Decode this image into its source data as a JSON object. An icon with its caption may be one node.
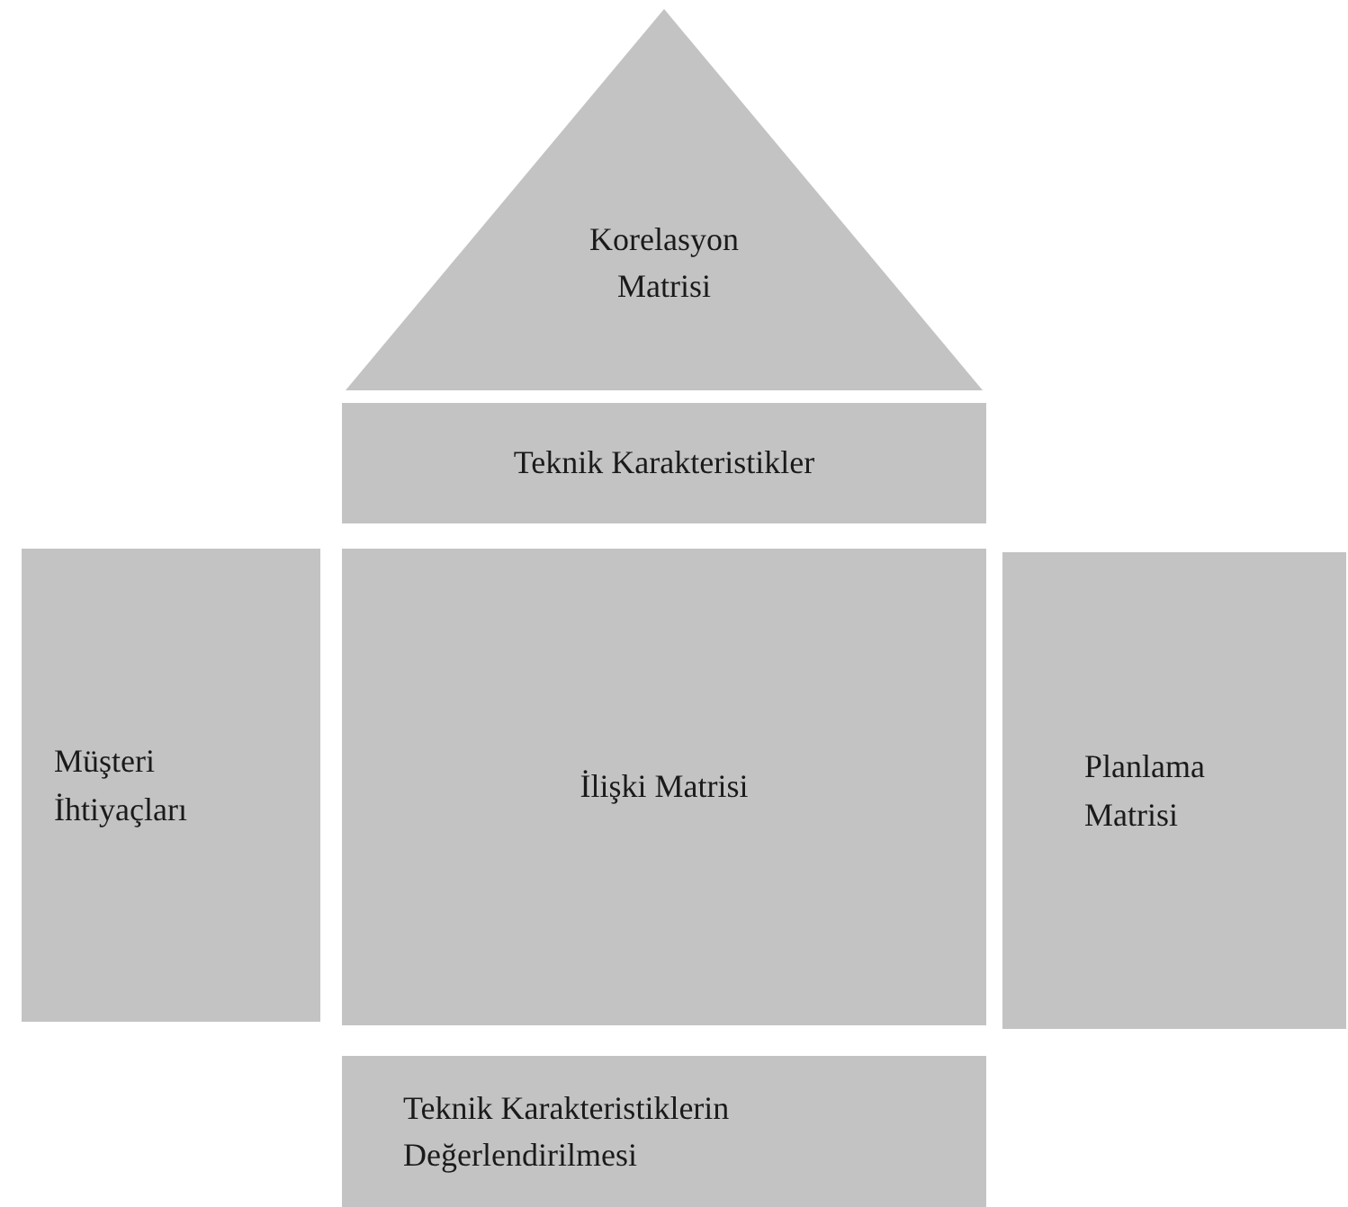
{
  "diagram": {
    "nodes": [
      {
        "text": [
          "Korelasyon Matrisi"
        ]
      },
      {
        "text": [
          "Teknik Karakteristikler"
        ]
      },
      {
        "text": [
          "Müşteri İhtiyaçları"
        ]
      },
      {
        "text": [
          "İlişki Matrisi"
        ]
      },
      {
        "text": [
          "Planlama Matrisi"
        ]
      },
      {
        "text": [
          "Teknik Karakteristiklerin Değerlendirilmesi"
        ]
      }
    ]
  }
}
